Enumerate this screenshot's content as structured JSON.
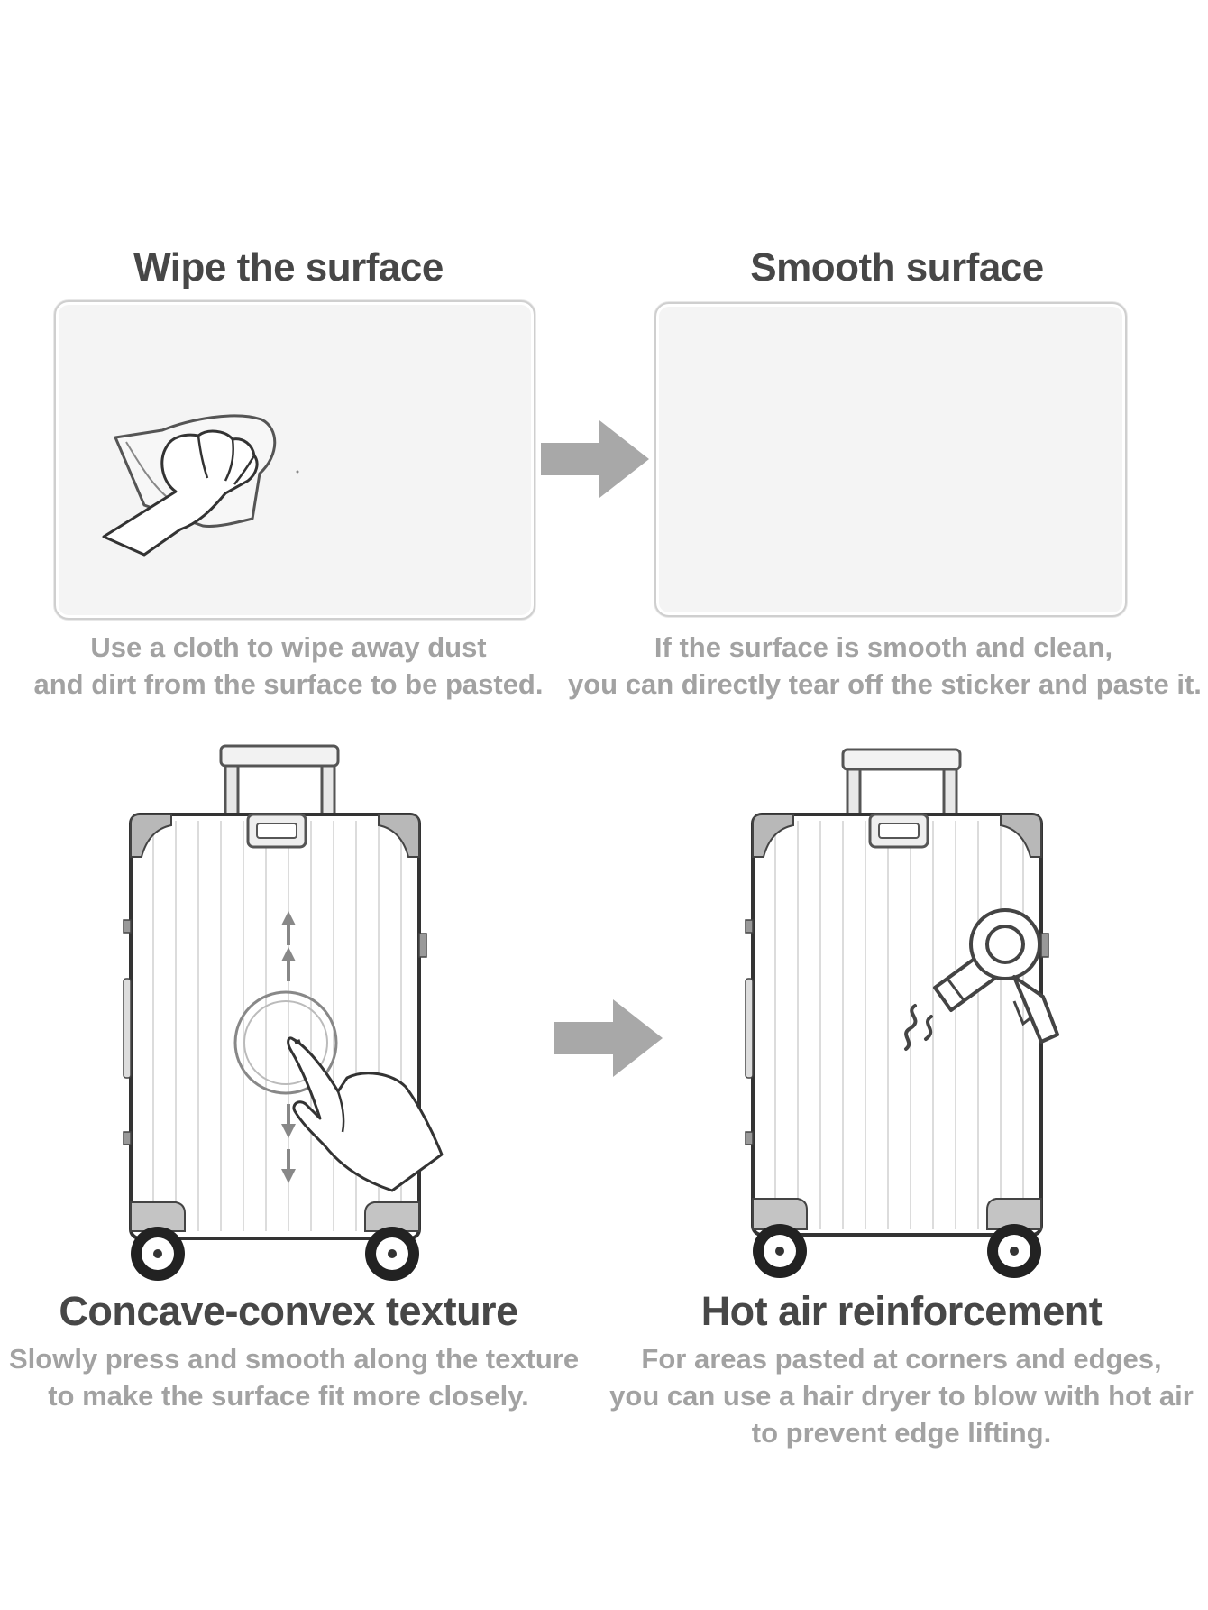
{
  "steps": [
    {
      "title": "Wipe the surface",
      "lines": [
        "Use a cloth to wipe away dust",
        "and dirt from the surface to be pasted."
      ]
    },
    {
      "title": "Smooth surface",
      "lines": [
        "If the surface is smooth and clean,",
        "you can directly tear off the sticker and paste it."
      ]
    },
    {
      "title": "Concave-convex texture",
      "lines": [
        "Slowly press and smooth along the texture",
        "to make the surface fit more closely."
      ]
    },
    {
      "title": "Hot air reinforcement",
      "lines": [
        "For areas pasted at corners and edges,",
        "you can use a hair dryer to blow with hot air",
        "to prevent edge lifting."
      ]
    }
  ],
  "colors": {
    "title": "#474747",
    "description": "#a2a2a2",
    "arrow": "#a8a8a8",
    "panel": "#f4f4f4"
  },
  "icons": [
    "hand-wiping-cloth-icon",
    "arrow-right-icon",
    "suitcase-icon",
    "pressing-finger-icon",
    "hair-dryer-icon"
  ]
}
